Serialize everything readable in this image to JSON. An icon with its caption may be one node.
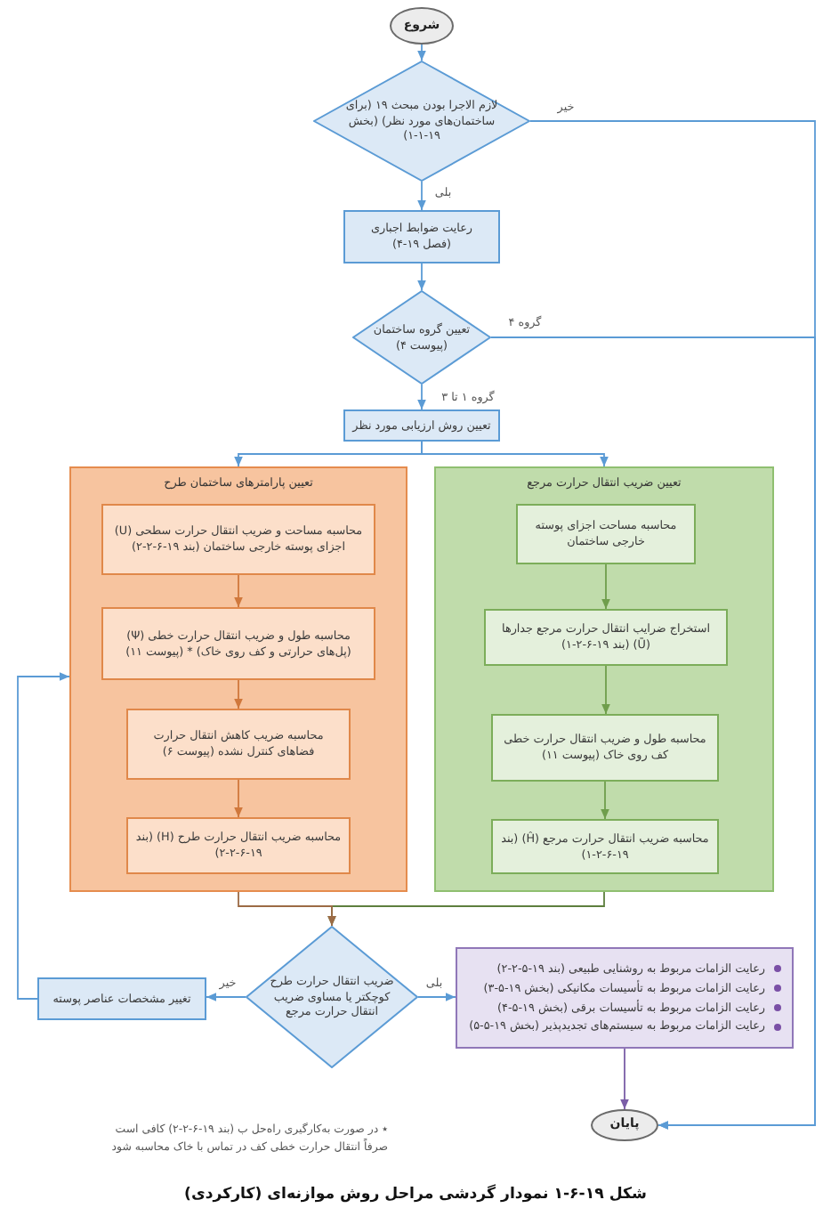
{
  "diagram": {
    "caption": "شکل ۱۹-۶-۱ نمودار گردشی مراحل روش موازنه‌ای (کارکردی)",
    "nodes": [
      {
        "text": [
          "شروع"
        ]
      },
      {
        "text": [
          "لازم الاجرا بودن مبحث ۱۹ (برای ساختمان‌های مورد نظر) (بخش ۱۹-۱-۱)"
        ]
      },
      {
        "text": [
          "رعایت ضوابط اجباری (فصل ۱۹-۴)"
        ]
      },
      {
        "text": [
          "تعیین گروه ساختمان (پیوست ۴)"
        ]
      },
      {
        "text": [
          "تعیین روش ارزیابی مورد نظر"
        ]
      },
      {
        "text": [
          "تعیین ضریب انتقال حرارت مرجع"
        ]
      },
      {
        "text": [
          "محاسبه مساحت اجزای پوسته خارجی ساختمان"
        ],
        "in": 5
      },
      {
        "text": [
          "استخراج ضرایب انتقال حرارت مرجع جدارها (Ū) (بند ۱۹-۶-۲-۱)"
        ],
        "in": 5
      },
      {
        "text": [
          "محاسبه طول و ضریب انتقال حرارت خطی کف روی خاک (پیوست ۱۱)"
        ],
        "in": 5
      },
      {
        "text": [
          "محاسبه ضریب انتقال حرارت مرجع (Ĥ) (بند ۱۹-۶-۲-۱)"
        ],
        "in": 5
      },
      {
        "text": [
          "تعیین پارامترهای ساختمان طرح"
        ]
      },
      {
        "text": [
          "محاسبه مساحت و ضریب انتقال حرارت سطحی (U) اجزای پوسته خارجی ساختمان (بند ۱۹-۶-۲-۲)"
        ],
        "in": 10
      },
      {
        "text": [
          "محاسبه طول و ضریب انتقال حرارت خطی (Ψ) (پل‌های حرارتی و کف روی خاک) * (پیوست ۱۱)"
        ],
        "in": 10
      },
      {
        "text": [
          "محاسبه ضریب کاهش انتقال حرارت فضاهای کنترل نشده (پیوست ۶)"
        ],
        "in": 10
      },
      {
        "text": [
          "محاسبه ضریب انتقال حرارت طرح (H) (بند ۱۹-۶-۲-۲)"
        ],
        "in": 10
      },
      {
        "text": [
          "ضریب انتقال حرارت طرح کوچکتر یا مساوی ضریب انتقال حرارت مرجع"
        ]
      },
      {
        "text": [
          "رعایت الزامات مربوط به روشنایی طبیعی (بند ۱۹-۵-۲-۲)",
          "رعایت الزامات مربوط به تأسیسات مکانیکی (بخش ۱۹-۵-۳)",
          "رعایت الزامات مربوط به تأسیسات برقی (بخش ۱۹-۵-۴)",
          "رعایت الزامات مربوط به سیستم‌های تجدیدپذیر (بخش ۱۹-۵-۵)"
        ]
      },
      {
        "text": [
          "تغییر مشخصات عناصر پوسته"
        ]
      },
      {
        "text": [
          "پایان"
        ]
      }
    ],
    "edges": [
      {
        "from": 0,
        "to": 1,
        "arrow": "to"
      },
      {
        "from": 1,
        "to": 2,
        "arrow": "to",
        "label": "بلی"
      },
      {
        "from": 1,
        "to": 18,
        "arrow": "to",
        "label": "خیر"
      },
      {
        "from": 2,
        "to": 3,
        "arrow": "to"
      },
      {
        "from": 3,
        "to": 18,
        "arrow": "to",
        "label": "گروه ۴"
      },
      {
        "from": 3,
        "to": 4,
        "arrow": "to",
        "label": "گروه ۱ تا ۳"
      },
      {
        "from": 4,
        "to": 5,
        "arrow": "to"
      },
      {
        "from": 4,
        "to": 10,
        "arrow": "to"
      },
      {
        "from": 6,
        "to": 7,
        "arrow": "to",
        "color": "#6f9e4c"
      },
      {
        "from": 7,
        "to": 8,
        "arrow": "to",
        "color": "#6f9e4c"
      },
      {
        "from": 8,
        "to": 9,
        "arrow": "to",
        "color": "#6f9e4c"
      },
      {
        "from": 11,
        "to": 12,
        "arrow": "to",
        "color": "#d0783c"
      },
      {
        "from": 12,
        "to": 13,
        "arrow": "to",
        "color": "#d0783c"
      },
      {
        "from": 13,
        "to": 14,
        "arrow": "to",
        "color": "#d0783c"
      },
      {
        "from": 5,
        "to": 15,
        "arrow": "to",
        "color": "#5e7f3e"
      },
      {
        "from": 10,
        "to": 15,
        "arrow": "to",
        "color": "#9c6b45"
      },
      {
        "from": 15,
        "to": 16,
        "arrow": "to",
        "label": "بلی"
      },
      {
        "from": 15,
        "to": 17,
        "arrow": "to",
        "label": "خیر"
      },
      {
        "from": 17,
        "to": 10,
        "arrow": "to"
      },
      {
        "from": 16,
        "to": 18,
        "arrow": "to",
        "color": "#7b5ea7"
      }
    ],
    "labels": [
      "٭ در صورت به‌کارگیری راه‌حل ب (بند ۱۹-۶-۲-۲) کافی است صرفاً انتقال حرارت خطی کف در تماس با خاک محاسبه شود"
    ]
  }
}
